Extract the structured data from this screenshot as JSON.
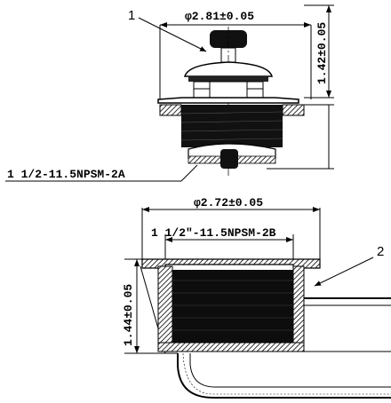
{
  "labels": {
    "part1": "1",
    "part2": "2"
  },
  "dimensions": {
    "top_width": "φ2.81±0.05",
    "top_height": "1.42±0.05",
    "male_thread": "1 1/2-11.5NPSM-2A",
    "bottom_width": "φ2.72±0.05",
    "female_thread": "1 1/2\"-11.5NPSM-2B",
    "bottom_height": "1.44±0.05"
  }
}
